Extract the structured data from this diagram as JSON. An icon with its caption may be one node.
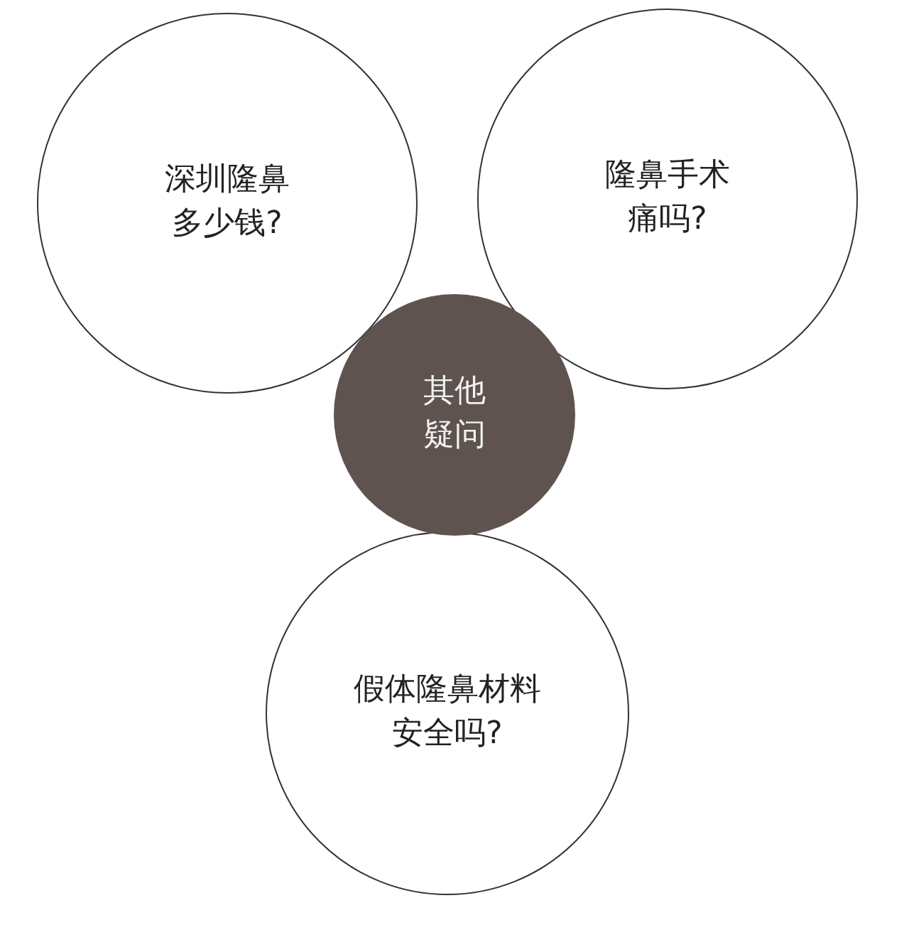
{
  "diagram": {
    "nodes": [
      {
        "text": [
          "深圳隆鼻多少钱?"
        ]
      },
      {
        "text": [
          "隆鼻手术痛吗?"
        ]
      },
      {
        "text": [
          "其他疑问"
        ]
      },
      {
        "text": [
          "假体隆鼻材料安全吗?"
        ]
      }
    ]
  }
}
